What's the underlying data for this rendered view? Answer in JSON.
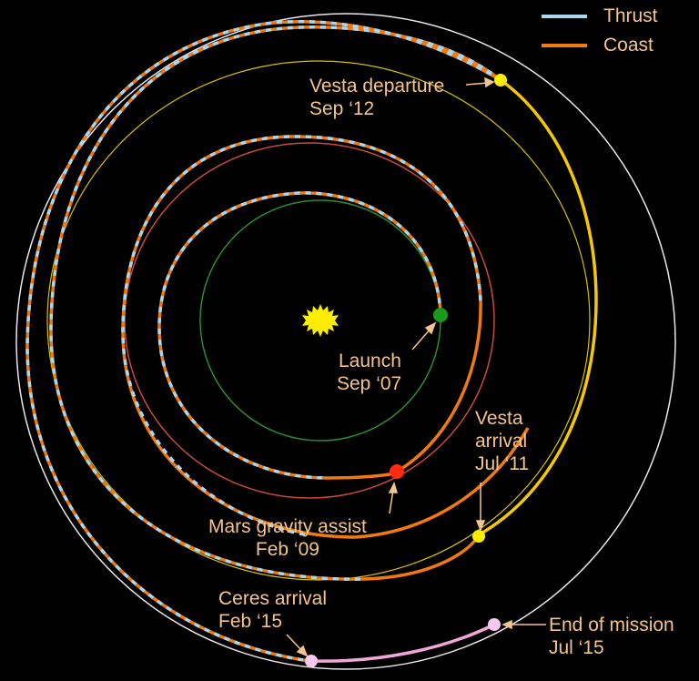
{
  "legend": {
    "thrust": {
      "label": "Thrust",
      "color": "#a8d8f0"
    },
    "coast": {
      "label": "Coast",
      "color": "#f07a10"
    }
  },
  "labels": {
    "vesta_departure": {
      "line1": "Vesta departure",
      "line2": "Sep ‘12"
    },
    "launch": {
      "line1": "Launch",
      "line2": "Sep ‘07"
    },
    "vesta_arrival": {
      "line1": "Vesta",
      "line2": "arrival",
      "line3": "Jul ‘11"
    },
    "mars_assist": {
      "line1": "Mars gravity assist",
      "line2": "Feb ‘09"
    },
    "ceres_arrival": {
      "line1": "Ceres arrival",
      "line2": "Feb ‘15"
    },
    "end_mission": {
      "line1": "End of mission",
      "line2": "Jul ‘15"
    }
  },
  "colors": {
    "background": "#000000",
    "sun": "#ffee00",
    "earth_orbit": "#2e8b2e",
    "mars_orbit": "#c84a3a",
    "vesta_orbit": "#f0d000",
    "ceres_orbit": "#e8e8ee",
    "label_text": "#f5c48a"
  }
}
